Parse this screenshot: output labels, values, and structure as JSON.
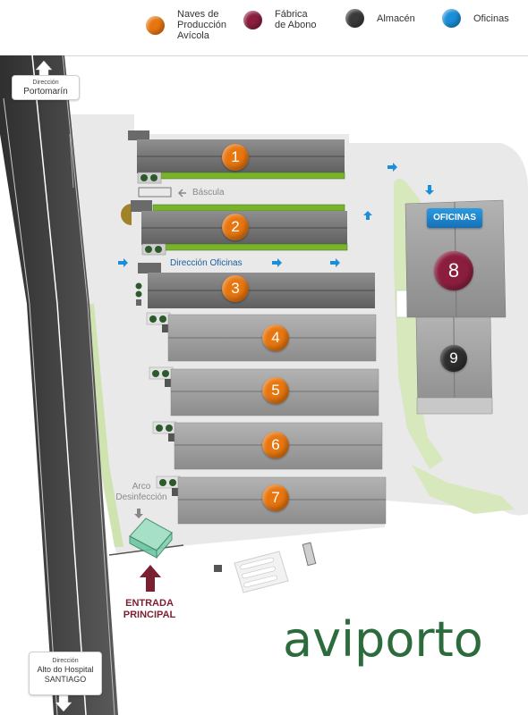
{
  "legend": [
    {
      "label": "Naves de\nProducción\nAvícola",
      "color": "#e8760f",
      "icon": "orange-dot"
    },
    {
      "label": "Fábrica\nde Abono",
      "color": "#8b1e3f",
      "icon": "maroon-dot"
    },
    {
      "label": "Almacén",
      "color": "#3a3a3a",
      "icon": "dark-dot"
    },
    {
      "label": "Oficinas",
      "color": "#1a8ed8",
      "icon": "blue-dot"
    }
  ],
  "signs": {
    "top_small": "Dirección",
    "top_big": "Portomarín",
    "bottom_small": "Dirección",
    "bottom_mid": "Alto do Hospital",
    "bottom_big": "SANTIAGO"
  },
  "labels": {
    "bascula": "Báscula",
    "direccion_oficinas": "Dirección Oficinas",
    "oficinas_badge": "OFICINAS",
    "arco": "Arco\nDesinfección",
    "entrada": "ENTRADA\nPRINCIPAL",
    "logo": "aviporto"
  },
  "buildings": [
    {
      "number": "1",
      "type": "nave"
    },
    {
      "number": "2",
      "type": "nave"
    },
    {
      "number": "3",
      "type": "nave"
    },
    {
      "number": "4",
      "type": "nave"
    },
    {
      "number": "5",
      "type": "nave"
    },
    {
      "number": "6",
      "type": "nave"
    },
    {
      "number": "7",
      "type": "nave"
    },
    {
      "number": "8",
      "type": "fabrica"
    },
    {
      "number": "9",
      "type": "almacen"
    }
  ],
  "colors": {
    "nave": "#e8760f",
    "fabrica": "#8b1e3f",
    "almacen": "#3a3a3a",
    "oficinas": "#1a8ed8",
    "arrow_blue": "#1a8ed8",
    "entrada": "#7b1f32",
    "logo": "#2c6b3c"
  }
}
